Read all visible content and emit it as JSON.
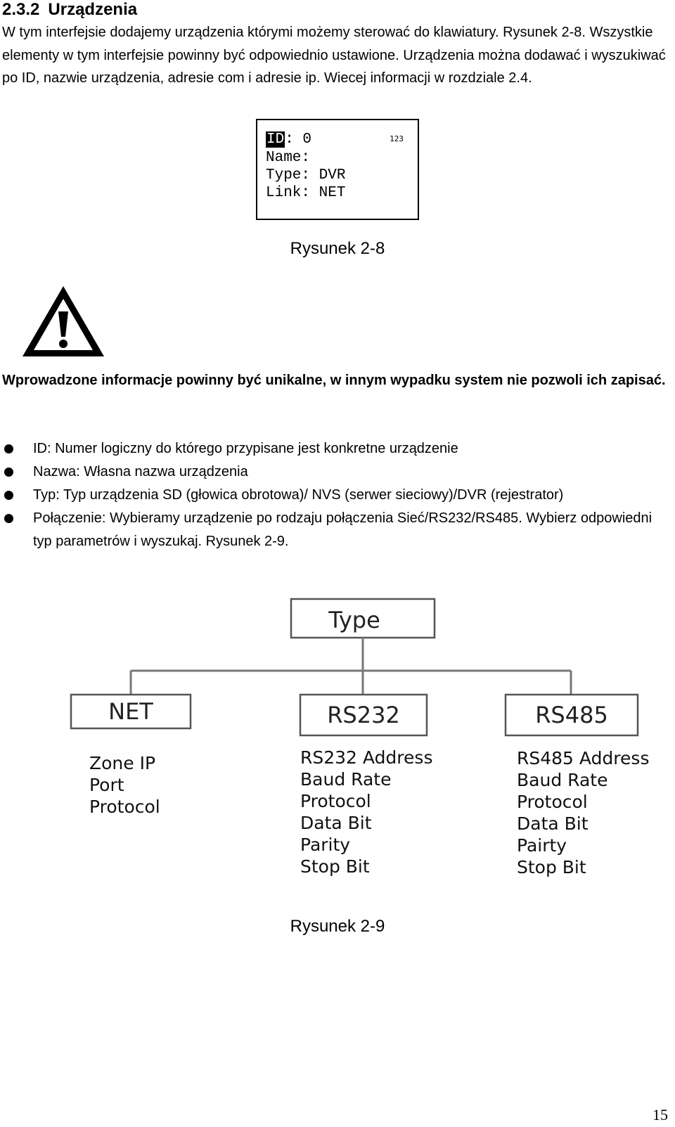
{
  "section": {
    "number": "2.3.2",
    "title": "Urządzenia"
  },
  "intro_text": "W tym interfejsie dodajemy urządzenia którymi możemy sterować do klawiatury. Rysunek 2-8. Wszystkie elementy w tym interfejsie powinny być odpowiednio ustawione. Urządzenia można dodawać i wyszukiwać po ID, nazwie urządzenia, adresie com i adresie ip. Wiecej informacji w rozdziale 2.4.",
  "lcd_screen": {
    "id_key": "ID",
    "id_value": ": 0",
    "mode_indicator": "123",
    "name_line": "Name:",
    "type_line": "Type: DVR",
    "link_line": "Link: NET"
  },
  "figure1_caption": "Rysunek 2-8",
  "warning": {
    "icon": "warning-triangle-icon",
    "text": "Wprowadzone informacje powinny być unikalne, w innym wypadku system nie pozwoli ich zapisać."
  },
  "bullets": [
    "ID: Numer logiczny do którego przypisane jest konkretne urządzenie",
    "Nazwa: Własna nazwa urządzenia",
    "Typ: Typ urządzenia SD (głowica obrotowa)/ NVS (serwer sieciowy)/DVR (rejestrator)",
    "Połączenie: Wybieramy urządzenie po rodzaju połączenia Sieć/RS232/RS485. Wybierz odpowiedni typ parametrów i wyszukaj. Rysunek 2-9."
  ],
  "diagram": {
    "root": "Type",
    "branches": [
      {
        "label": "NET",
        "params": [
          "Zone IP",
          "Port",
          "Protocol"
        ]
      },
      {
        "label": "RS232",
        "params": [
          "RS232 Address",
          "Baud Rate",
          "Protocol",
          "Data Bit",
          "Parity",
          "Stop Bit"
        ]
      },
      {
        "label": "RS485",
        "params": [
          "RS485 Address",
          "Baud Rate",
          "Protocol",
          "Data Bit",
          "Pairty",
          "Stop Bit"
        ]
      }
    ]
  },
  "figure2_caption": "Rysunek 2-9",
  "page_number": "15"
}
